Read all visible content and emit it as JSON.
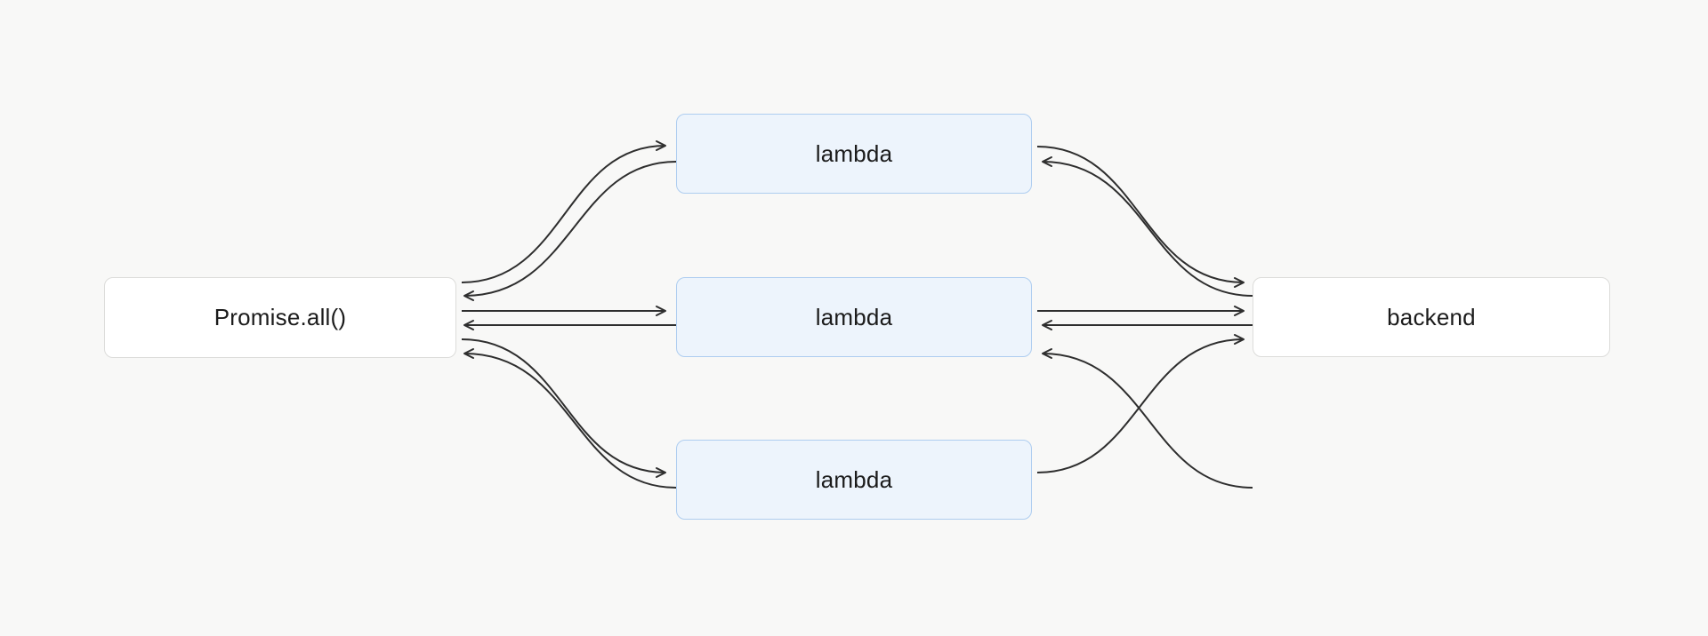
{
  "diagram": {
    "nodes": [
      {
        "id": "promise-all",
        "label": "Promise.all()",
        "variant": "default"
      },
      {
        "id": "lambda-1",
        "label": "lambda",
        "variant": "accent"
      },
      {
        "id": "lambda-2",
        "label": "lambda",
        "variant": "accent"
      },
      {
        "id": "lambda-3",
        "label": "lambda",
        "variant": "accent"
      },
      {
        "id": "backend",
        "label": "backend",
        "variant": "default"
      }
    ],
    "edges": [
      {
        "from": "promise-all",
        "to": "lambda-1"
      },
      {
        "from": "lambda-1",
        "to": "promise-all"
      },
      {
        "from": "promise-all",
        "to": "lambda-2"
      },
      {
        "from": "lambda-2",
        "to": "promise-all"
      },
      {
        "from": "promise-all",
        "to": "lambda-3"
      },
      {
        "from": "lambda-3",
        "to": "promise-all"
      },
      {
        "from": "lambda-1",
        "to": "backend"
      },
      {
        "from": "backend",
        "to": "lambda-1"
      },
      {
        "from": "lambda-2",
        "to": "backend"
      },
      {
        "from": "backend",
        "to": "lambda-2"
      },
      {
        "from": "lambda-3",
        "to": "backend"
      },
      {
        "from": "backend",
        "to": "lambda-3"
      }
    ],
    "colors": {
      "background": "#f8f8f7",
      "node_default_fill": "#ffffff",
      "node_default_border": "#dcdcda",
      "node_accent_fill": "#edf4fc",
      "node_accent_border": "#aecdf0",
      "edge_stroke": "#2e2e2e",
      "text": "#1b1b1b"
    }
  }
}
